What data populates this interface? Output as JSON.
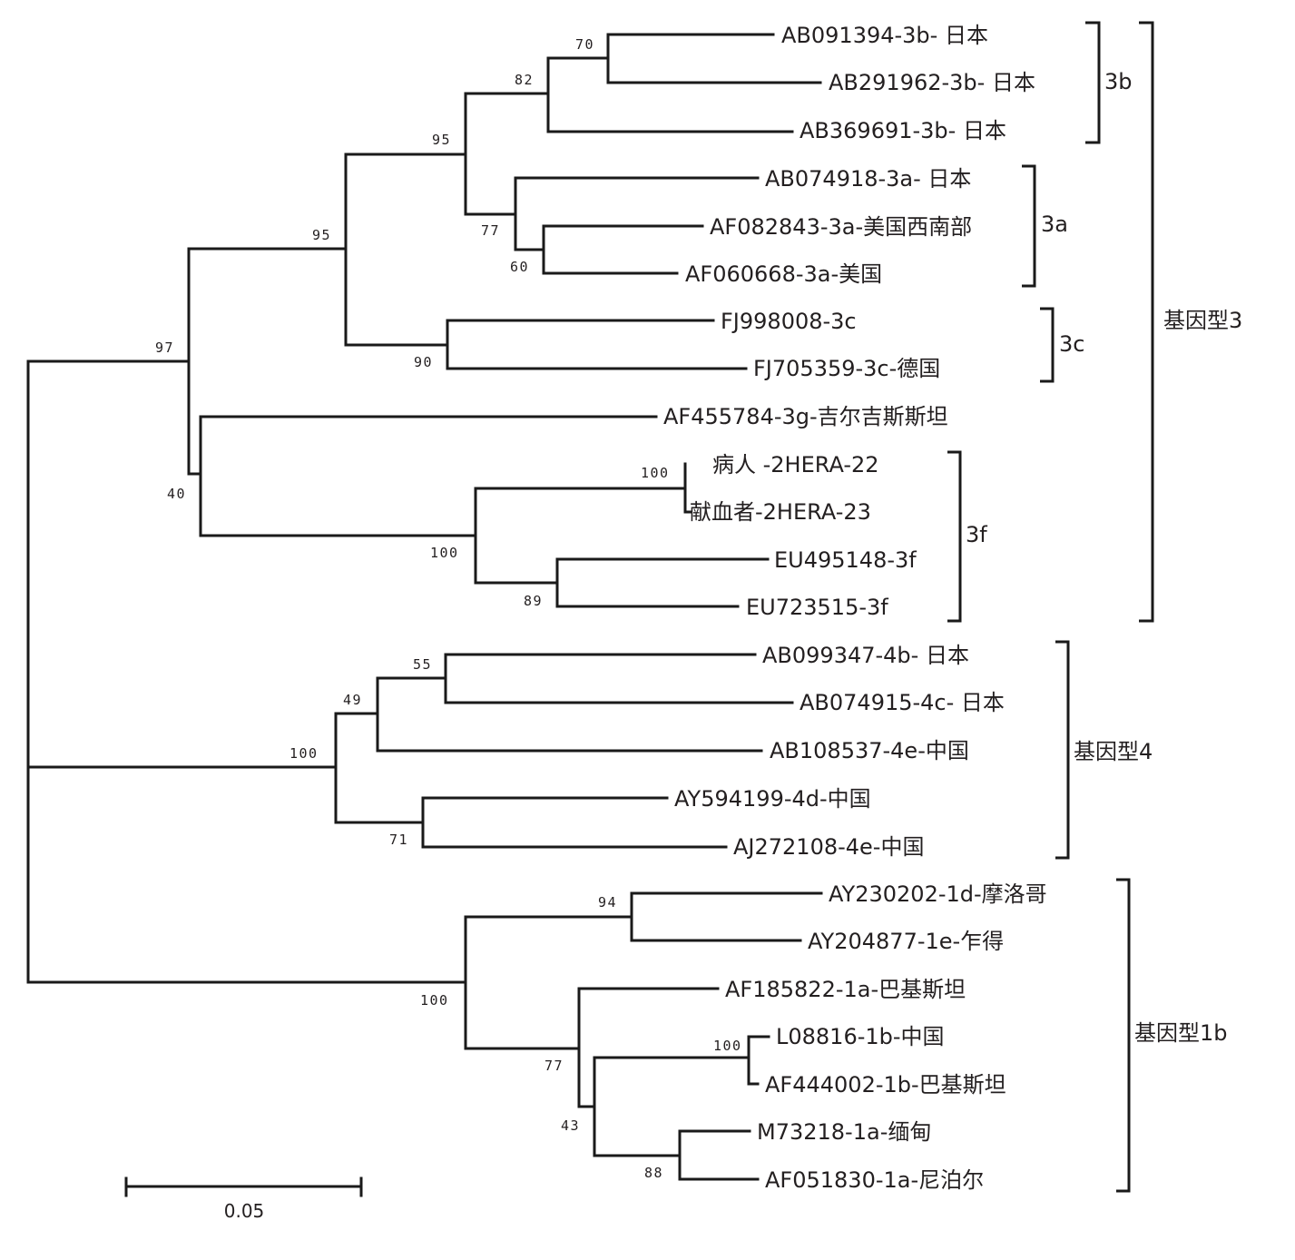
{
  "leaves": [
    "AB091394-3b- 日本",
    "AB291962-3b- 日本",
    "AB369691-3b- 日本",
    "AB074918-3a- 日本",
    "AF082843-3a-美国西南部",
    "AF060668-3a-美国",
    "FJ998008-3c",
    "FJ705359-3c-德国",
    "AF455784-3g-吉尔吉斯斯坦",
    "病人 -2HERA-22",
    "献血者-2HERA-23",
    "EU495148-3f",
    "EU723515-3f",
    "AB099347-4b- 日本",
    "AB074915-4c- 日本",
    "AB108537-4e-中国",
    "AY594199-4d-中国",
    "AJ272108-4e-中国",
    "AY230202-1d-摩洛哥",
    "AY204877-1e-乍得",
    "AF185822-1a-巴基斯坦",
    "L08816-1b-中国",
    "AF444002-1b-巴基斯坦",
    "M73218-1a-缅甸",
    "AF051830-1a-尼泊尔"
  ],
  "bootstrap": [
    "70",
    "82",
    "95",
    "77",
    "60",
    "95",
    "90",
    "97",
    "40",
    "100",
    "100",
    "89",
    "55",
    "49",
    "100",
    "71",
    "94",
    "100",
    "77",
    "100",
    "43",
    "88"
  ],
  "subtype_labels": {
    "g3b": "3b",
    "g3a": "3a",
    "g3c": "3c",
    "g3f": "3f"
  },
  "genotype_labels": {
    "gt3": "基因型3",
    "gt4": "基因型4",
    "gt1b": "基因型1b"
  },
  "scale_bar": {
    "label": "0.05"
  }
}
